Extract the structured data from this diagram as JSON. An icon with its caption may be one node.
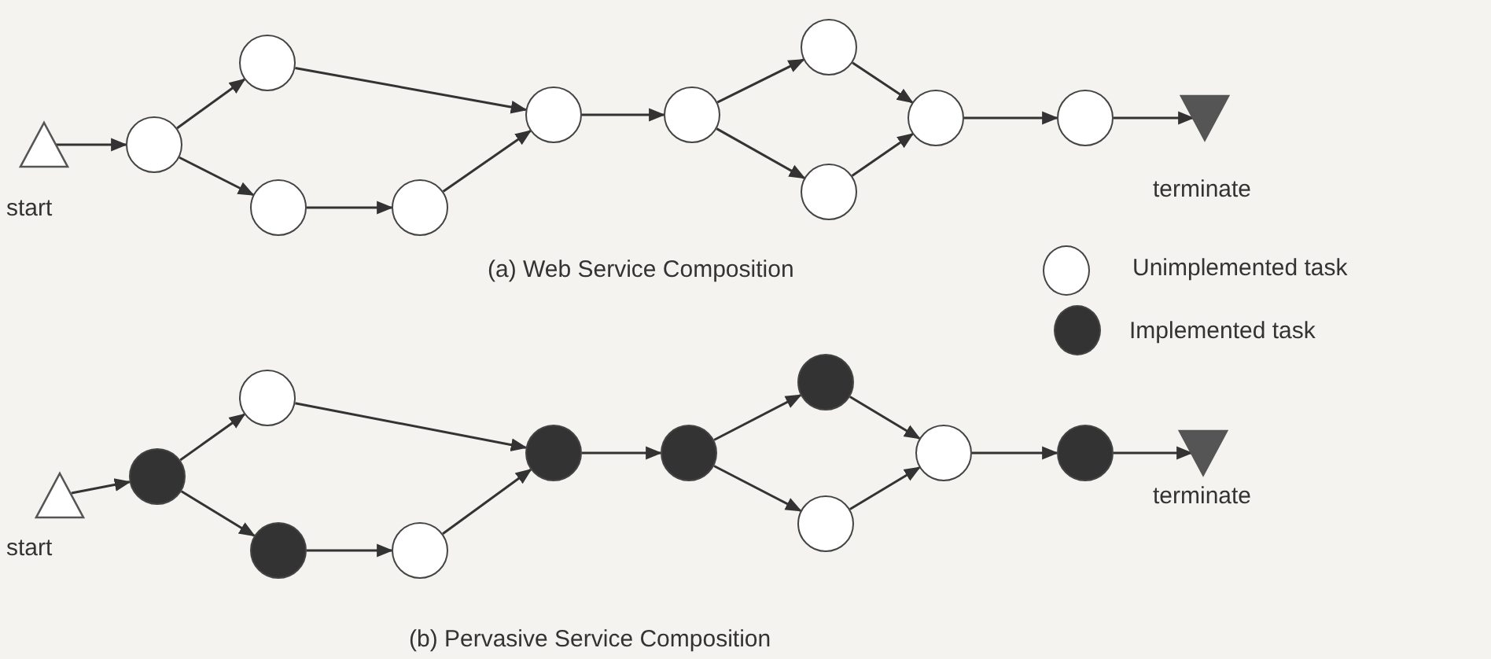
{
  "diagram": {
    "nodes": [
      {
        "text": [],
        "shape": "triangle",
        "beside": [
          "start"
        ]
      },
      {
        "text": [],
        "shape": "circle"
      },
      {
        "text": [],
        "shape": "circle"
      },
      {
        "text": [],
        "shape": "circle"
      },
      {
        "text": [],
        "shape": "circle"
      },
      {
        "text": [],
        "shape": "circle"
      },
      {
        "text": [],
        "shape": "circle"
      },
      {
        "text": [],
        "shape": "circle"
      },
      {
        "text": [],
        "shape": "circle"
      },
      {
        "text": [],
        "shape": "circle"
      },
      {
        "text": [],
        "shape": "circle"
      },
      {
        "text": [],
        "shape": "wedge",
        "beside": [
          "terminate"
        ]
      },
      {
        "text": [],
        "shape": "triangle",
        "beside": [
          "start"
        ]
      },
      {
        "text": [],
        "shape": "dot"
      },
      {
        "text": [],
        "shape": "circle"
      },
      {
        "text": [],
        "shape": "dot"
      },
      {
        "text": [],
        "shape": "circle"
      },
      {
        "text": [],
        "shape": "dot"
      },
      {
        "text": [],
        "shape": "dot"
      },
      {
        "text": [],
        "shape": "dot"
      },
      {
        "text": [],
        "shape": "circle"
      },
      {
        "text": [],
        "shape": "circle"
      },
      {
        "text": [],
        "shape": "dot"
      },
      {
        "text": [],
        "shape": "wedge",
        "beside": [
          "terminate"
        ]
      }
    ],
    "edges": [
      {
        "from": 0,
        "to": 1,
        "arrow": "to"
      },
      {
        "from": 1,
        "to": 2,
        "arrow": "to"
      },
      {
        "from": 1,
        "to": 3,
        "arrow": "to"
      },
      {
        "from": 2,
        "to": 5,
        "arrow": "to"
      },
      {
        "from": 3,
        "to": 4,
        "arrow": "to"
      },
      {
        "from": 4,
        "to": 5,
        "arrow": "to"
      },
      {
        "from": 5,
        "to": 6,
        "arrow": "to"
      },
      {
        "from": 6,
        "to": 7,
        "arrow": "to"
      },
      {
        "from": 6,
        "to": 8,
        "arrow": "to"
      },
      {
        "from": 7,
        "to": 9,
        "arrow": "to"
      },
      {
        "from": 8,
        "to": 9,
        "arrow": "to"
      },
      {
        "from": 9,
        "to": 10,
        "arrow": "to"
      },
      {
        "from": 10,
        "to": 11,
        "arrow": "to"
      },
      {
        "from": 12,
        "to": 13,
        "arrow": "to"
      },
      {
        "from": 13,
        "to": 14,
        "arrow": "to"
      },
      {
        "from": 13,
        "to": 15,
        "arrow": "to"
      },
      {
        "from": 14,
        "to": 17,
        "arrow": "to"
      },
      {
        "from": 15,
        "to": 16,
        "arrow": "to"
      },
      {
        "from": 16,
        "to": 17,
        "arrow": "to"
      },
      {
        "from": 17,
        "to": 18,
        "arrow": "to"
      },
      {
        "from": 18,
        "to": 19,
        "arrow": "to"
      },
      {
        "from": 18,
        "to": 20,
        "arrow": "to"
      },
      {
        "from": 19,
        "to": 21,
        "arrow": "to"
      },
      {
        "from": 20,
        "to": 21,
        "arrow": "to"
      },
      {
        "from": 21,
        "to": 22,
        "arrow": "to"
      },
      {
        "from": 22,
        "to": 23,
        "arrow": "to"
      }
    ],
    "labels": [
      "(a) Web Service Composition",
      "(b) Pervasive Service Composition"
    ],
    "legend": [
      {
        "text": "Unimplemented task",
        "color": "#ffffff"
      },
      {
        "text": "Implemented task",
        "color": "#333333"
      }
    ]
  }
}
